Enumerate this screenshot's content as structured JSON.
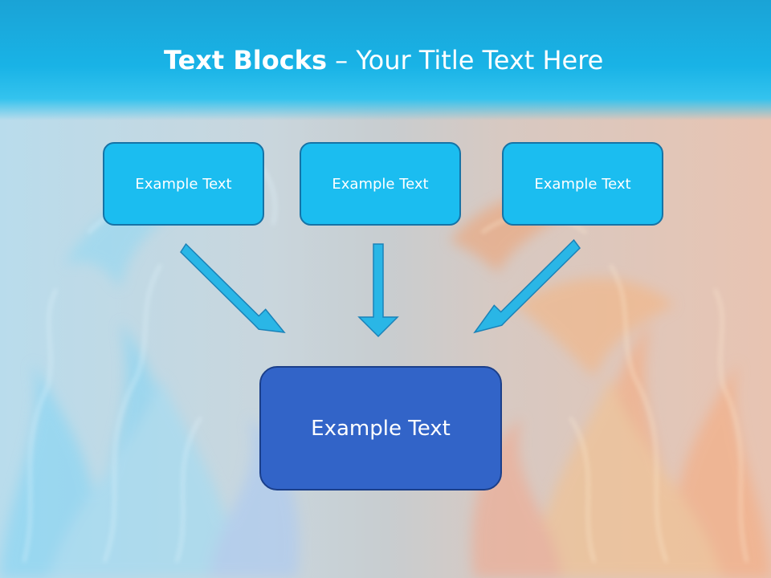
{
  "title": {
    "bold": "Text Blocks",
    "separator": " – ",
    "rest": "Your Title Text Here"
  },
  "blocks": [
    {
      "label": "Example Text"
    },
    {
      "label": "Example Text"
    },
    {
      "label": "Example Text"
    }
  ],
  "main_block": {
    "label": "Example Text"
  },
  "colors": {
    "header": "#19b3e6",
    "small_box_fill": "#1bbdf0",
    "small_box_border": "#1673a6",
    "main_box_fill": "#3264c8",
    "main_box_border": "#1b3f8a",
    "arrow_fill": "#2ab6e6",
    "arrow_stroke": "#1a82b8"
  }
}
